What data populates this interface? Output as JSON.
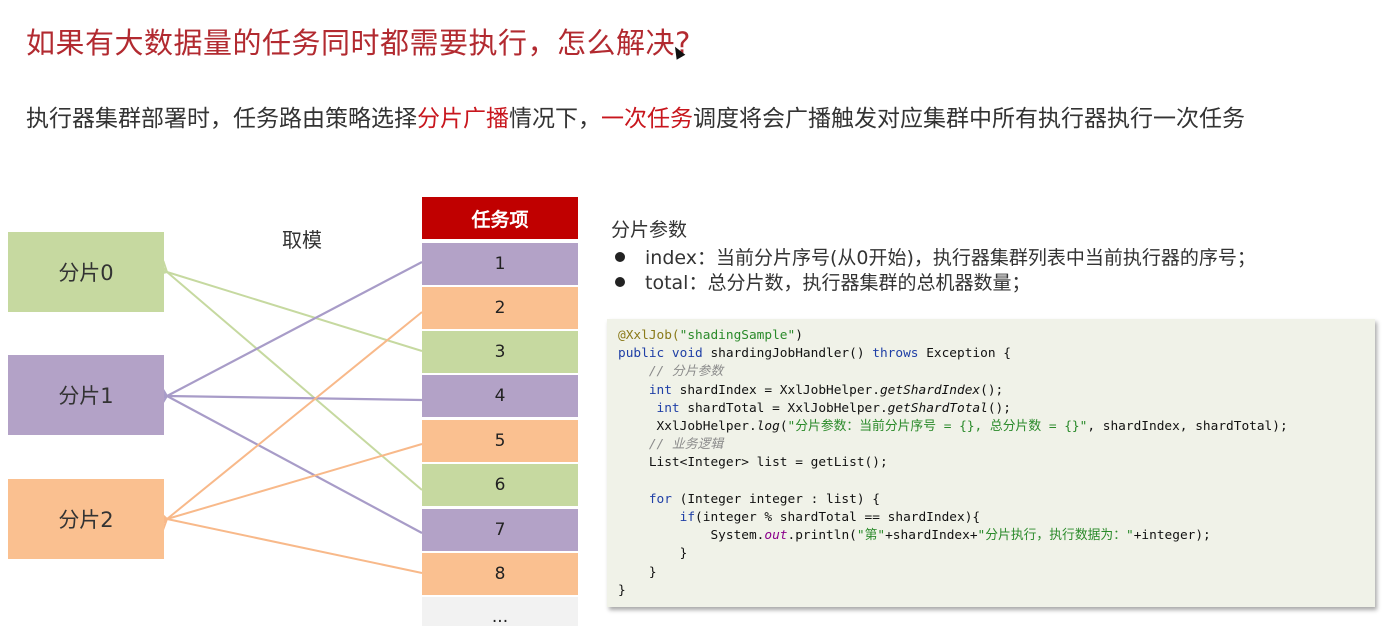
{
  "title": "如果有大数据量的任务同时都需要执行，怎么解决?",
  "intro": {
    "part1": "执行器集群部署时，任务路由策略选择",
    "hl1": "分片广播",
    "part2": "情况下，",
    "hl2": "一次任务",
    "part3": "调度将会广播触发对应集群中所有执行器执行一次任务"
  },
  "diagram": {
    "mod_label": "取模",
    "task_header": "任务项",
    "shards": [
      {
        "label": "分片0",
        "color": "#c6d9a0"
      },
      {
        "label": "分片1",
        "color": "#b3a2c7"
      },
      {
        "label": "分片2",
        "color": "#fac090"
      }
    ],
    "tasks": [
      {
        "label": "1",
        "shard": 1
      },
      {
        "label": "2",
        "shard": 2
      },
      {
        "label": "3",
        "shard": 0
      },
      {
        "label": "4",
        "shard": 1
      },
      {
        "label": "5",
        "shard": 2
      },
      {
        "label": "6",
        "shard": 0
      },
      {
        "label": "7",
        "shard": 1
      },
      {
        "label": "8",
        "shard": 2
      },
      {
        "label": "...",
        "shard": null
      }
    ],
    "colors": {
      "header": "#c00000",
      "purple": "#b3a2c7",
      "orange": "#fac090",
      "green": "#c6d9a0",
      "gray": "#f2f2f2"
    }
  },
  "params": {
    "title": "分片参数",
    "items": [
      "index：当前分片序号(从0开始)，执行器集群列表中当前执行器的序号；",
      "total：总分片数，执行器集群的总机器数量；"
    ]
  },
  "code": {
    "l1_ann": "@XxlJob(",
    "l1_str": "\"shadingSample\"",
    "l1_end": ")",
    "l2_kw1": "public void",
    "l2_name": " shardingJobHandler() ",
    "l2_kw2": "throws",
    "l2_end": " Exception {",
    "l3_cmt": "    // 分片参数",
    "l4_kw": "    int",
    "l4_a": " shardIndex = XxlJobHelper.",
    "l4_it": "getShardIndex",
    "l4_b": "();",
    "l5_kw": "     int",
    "l5_a": " shardTotal = XxlJobHelper.",
    "l5_it": "getShardTotal",
    "l5_b": "();",
    "l6_a": "     XxlJobHelper.",
    "l6_it": "log",
    "l6_b": "(",
    "l6_str": "\"分片参数：当前分片序号 = {}, 总分片数 = {}\"",
    "l6_c": ", shardIndex, shardTotal);",
    "l7_cmt": "    // 业务逻辑",
    "l8": "    List<Integer> list = getList();",
    "l10_kw": "    for",
    "l10_a": " (Integer integer : list) {",
    "l11_kw": "        if",
    "l11_a": "(integer % shardTotal == shardIndex){",
    "l12_a": "            System.",
    "l12_fld": "out",
    "l12_b": ".println(",
    "l12_s1": "\"第\"",
    "l12_c": "+shardIndex+",
    "l12_s2": "\"分片执行，执行数据为：\"",
    "l12_d": "+integer);",
    "l13": "        }",
    "l14": "    }",
    "l15": "}"
  }
}
